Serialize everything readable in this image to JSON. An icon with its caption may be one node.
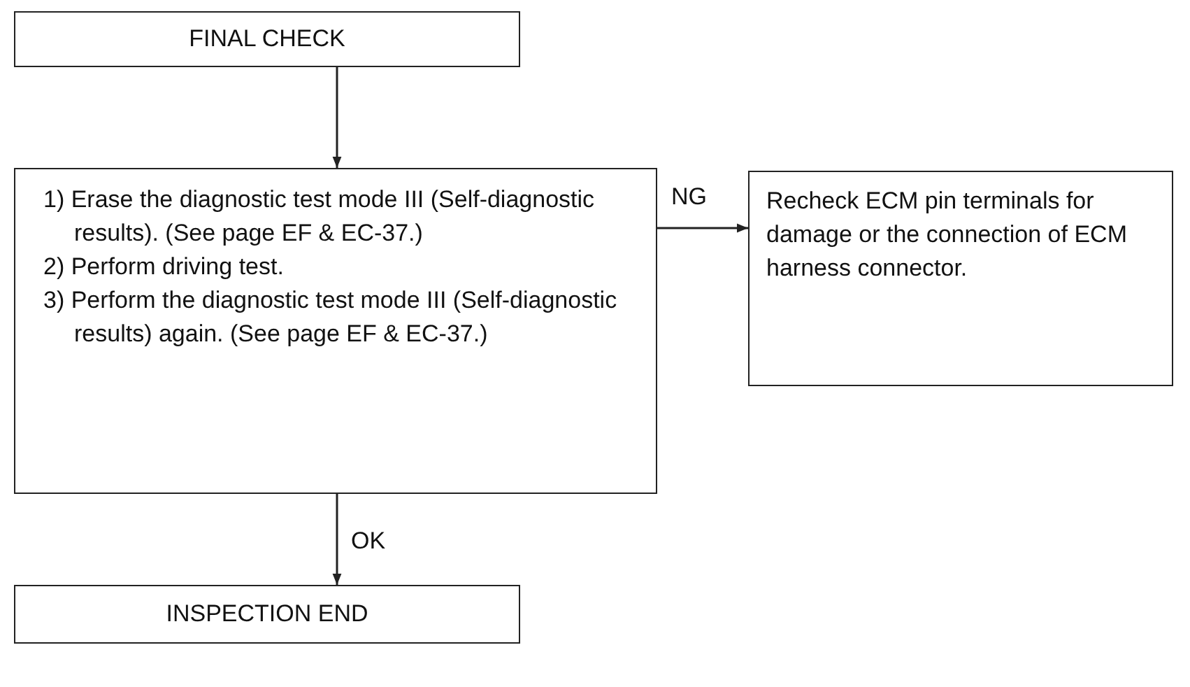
{
  "diagram": {
    "nodes": [
      {
        "text": [
          "FINAL CHECK"
        ]
      },
      {
        "text": [
          "1) Erase the diagnostic test mode III (Self-diagnostic results). (See page EF & EC-37.)",
          "2) Perform driving test.",
          "3) Perform the diagnostic test mode III (Self-diagnostic results) again. (See page EF & EC-37.)"
        ]
      },
      {
        "text": [
          "Recheck ECM pin terminals for damage or the connection of ECM harness connector."
        ]
      },
      {
        "text": [
          "INSPECTION END"
        ]
      }
    ],
    "edges": [
      {
        "from": 0,
        "to": 1,
        "arrow": "to"
      },
      {
        "from": 1,
        "to": 2,
        "arrow": "to",
        "label": "NG"
      },
      {
        "from": 1,
        "to": 3,
        "arrow": "to",
        "label": "OK"
      }
    ]
  }
}
